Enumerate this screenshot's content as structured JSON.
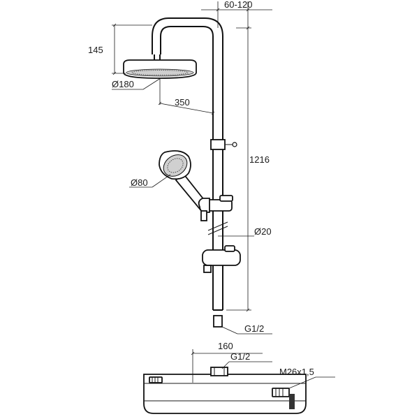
{
  "dimensions": {
    "arm_offset": "60-120",
    "head_height": "145",
    "head_diameter": "Ø180",
    "arm_reach": "350",
    "rail_length": "1216",
    "handshower_diameter": "Ø80",
    "rail_diameter": "Ø20",
    "rail_inlet_thread": "G1/2",
    "valve_width": "160",
    "valve_outlet_thread": "G1/2",
    "valve_connection": "M26x1,5"
  }
}
